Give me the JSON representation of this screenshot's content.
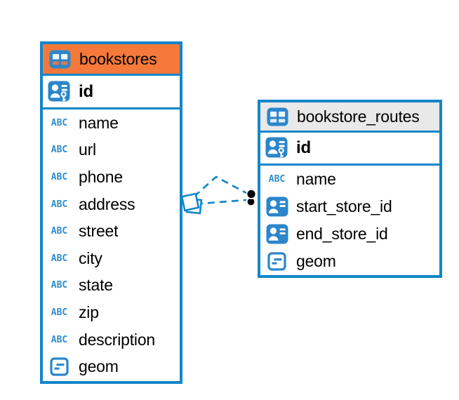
{
  "diagram": {
    "type": "entity-relationship",
    "tables": {
      "bookstores": {
        "title": "bookstores",
        "header_color": "#F5793B",
        "columns": [
          {
            "name": "id",
            "icon": "primary-key"
          },
          {
            "name": "name",
            "icon": "string"
          },
          {
            "name": "url",
            "icon": "string"
          },
          {
            "name": "phone",
            "icon": "string"
          },
          {
            "name": "address",
            "icon": "string"
          },
          {
            "name": "street",
            "icon": "string"
          },
          {
            "name": "city",
            "icon": "string"
          },
          {
            "name": "state",
            "icon": "string"
          },
          {
            "name": "zip",
            "icon": "string"
          },
          {
            "name": "description",
            "icon": "string"
          },
          {
            "name": "geom",
            "icon": "geometry"
          }
        ]
      },
      "bookstore_routes": {
        "title": "bookstore_routes",
        "header_color": "#E9E9E9",
        "columns": [
          {
            "name": "id",
            "icon": "primary-key"
          },
          {
            "name": "name",
            "icon": "string"
          },
          {
            "name": "start_store_id",
            "icon": "reference"
          },
          {
            "name": "end_store_id",
            "icon": "reference"
          },
          {
            "name": "geom",
            "icon": "geometry"
          }
        ]
      }
    },
    "relationships": [
      {
        "from": "bookstore_routes",
        "to": "bookstores",
        "line_style": "dashed"
      },
      {
        "from": "bookstore_routes",
        "to": "bookstores",
        "line_style": "dashed"
      }
    ],
    "colors": {
      "accent_blue": "#1386C9",
      "bookstores_header": "#F5793B",
      "routes_header": "#E9E9E9",
      "link_dot": "#000000",
      "background": "#FFFFFF",
      "text": "#000000"
    }
  },
  "icons": {
    "string_label": "ABC"
  }
}
